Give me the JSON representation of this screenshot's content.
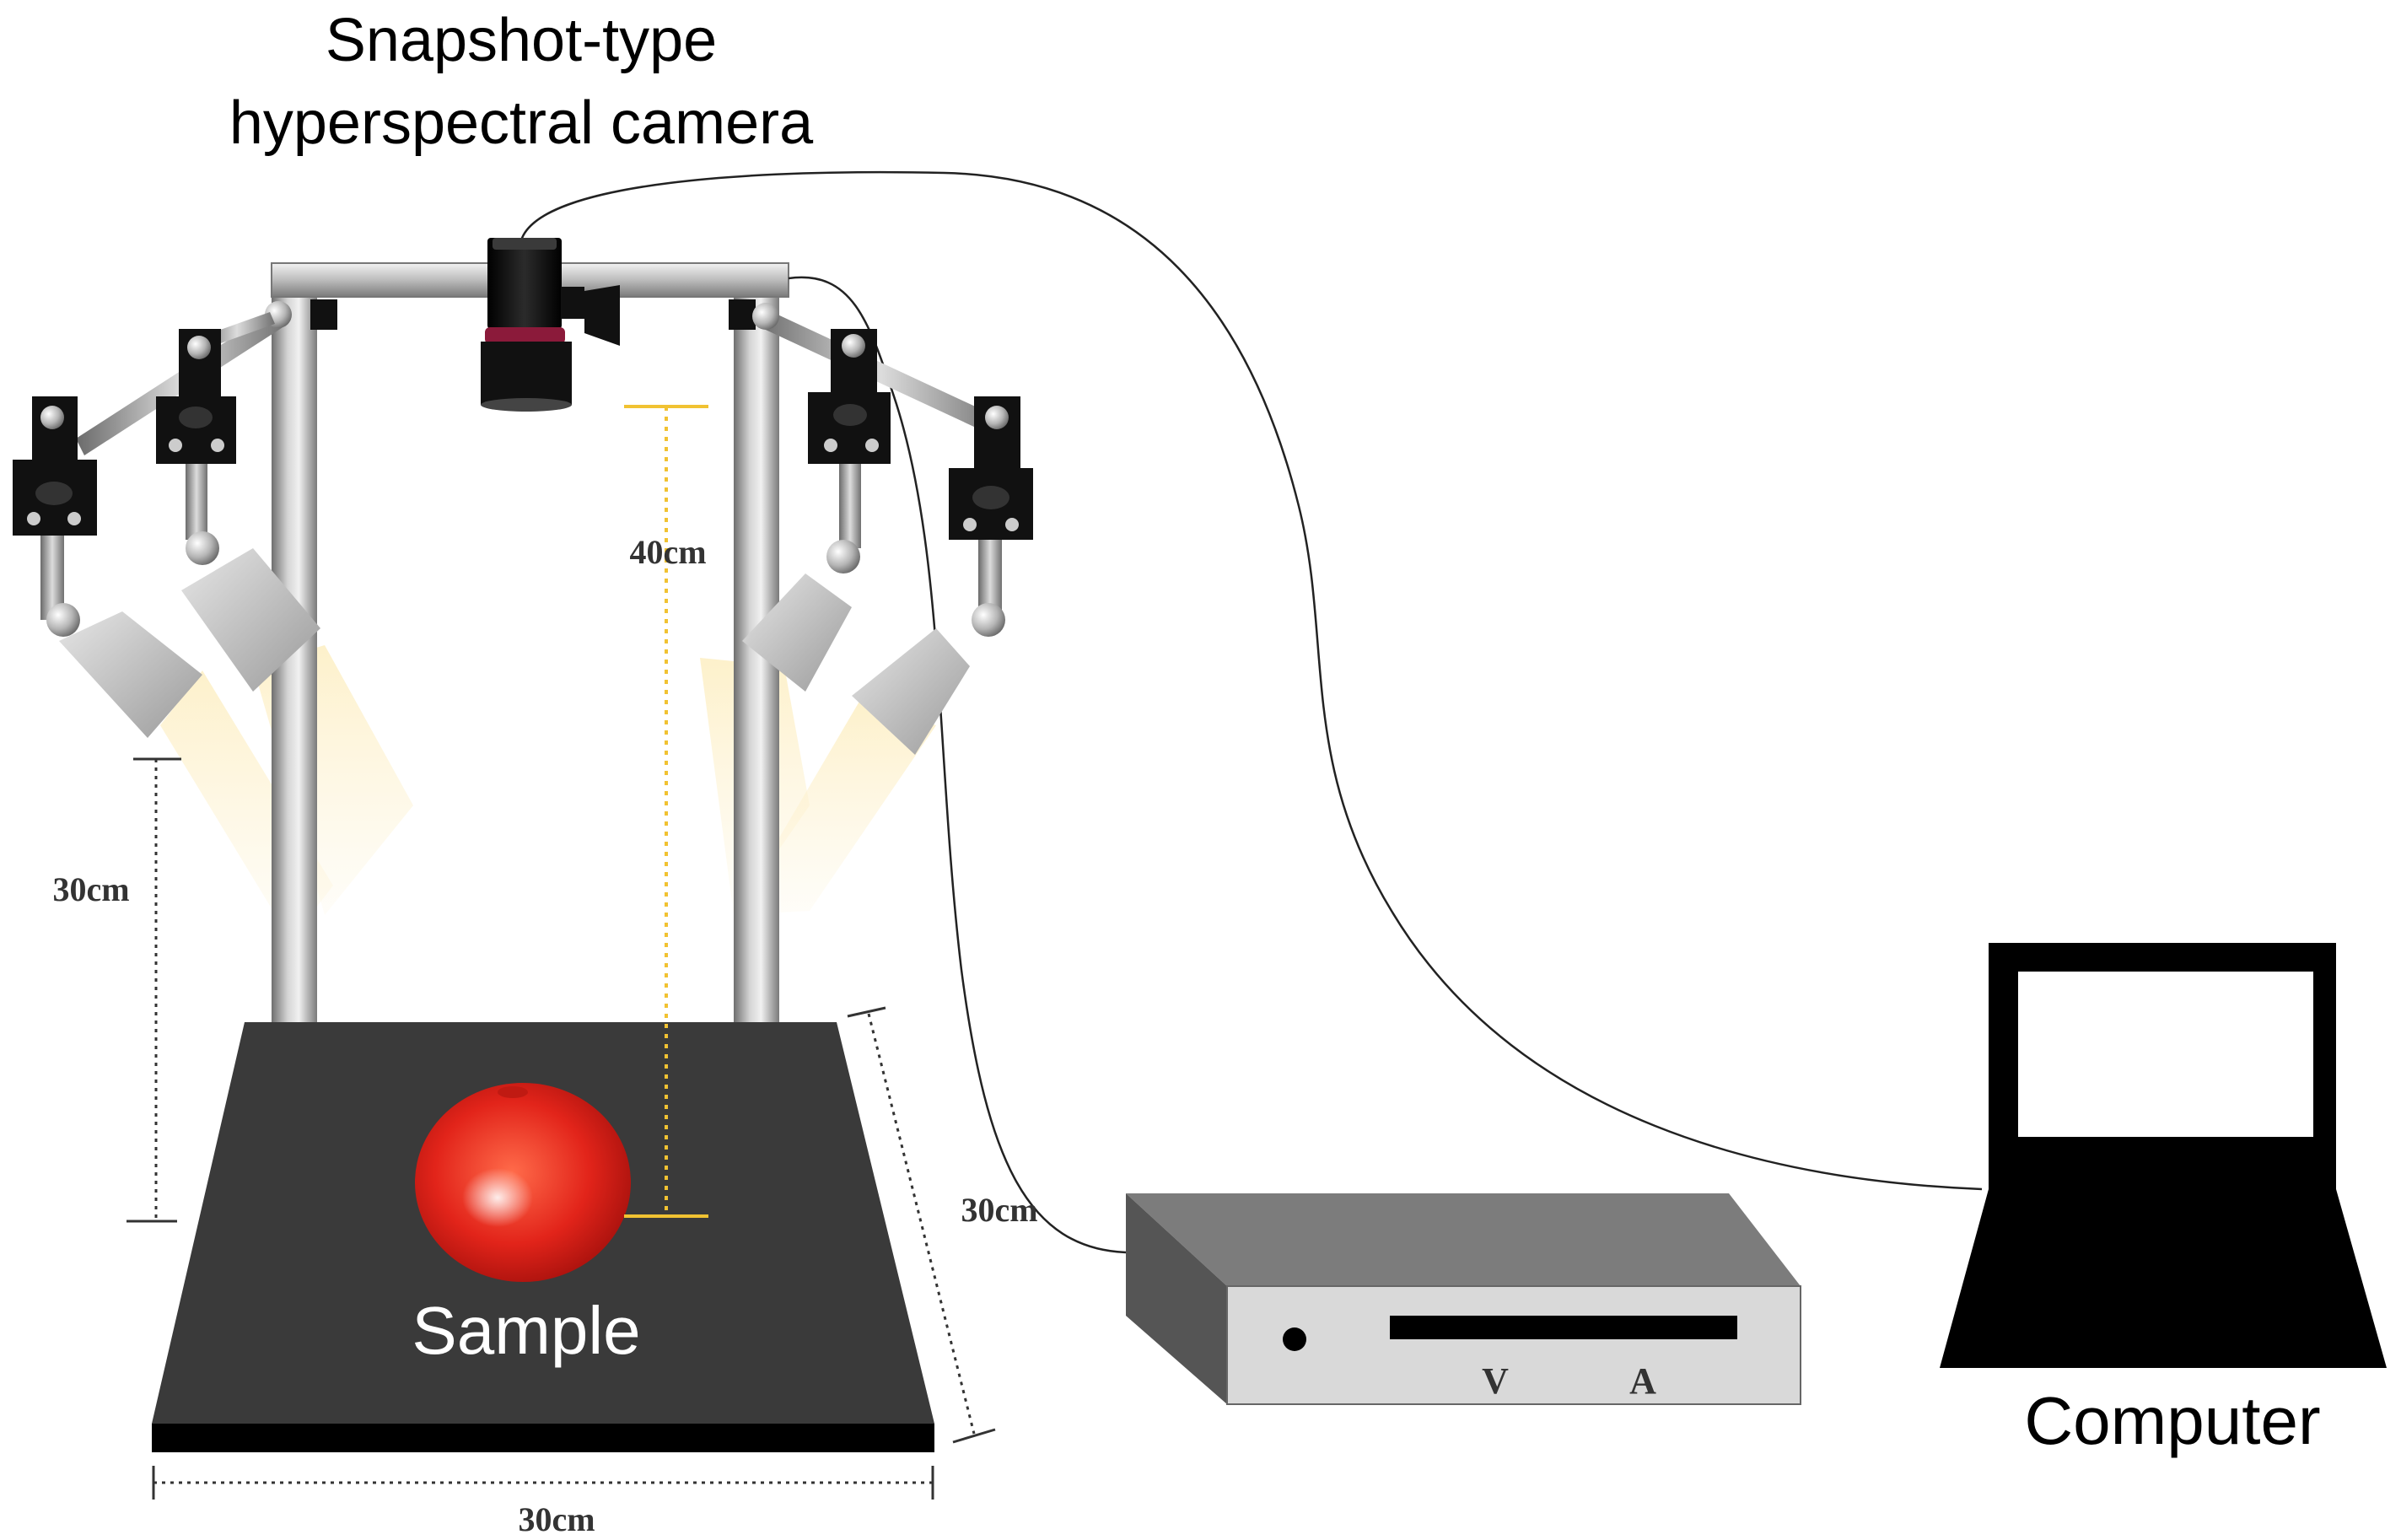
{
  "labels": {
    "camera_line1": "Snapshot-type",
    "camera_line2": "hyperspectral camera",
    "sample": "Sample",
    "computer": "Computer",
    "dim_light_height": "30cm",
    "dim_camera_height": "40cm",
    "dim_platform_depth": "30cm",
    "dim_platform_width": "30cm",
    "controller_v": "V",
    "controller_a": "A"
  }
}
